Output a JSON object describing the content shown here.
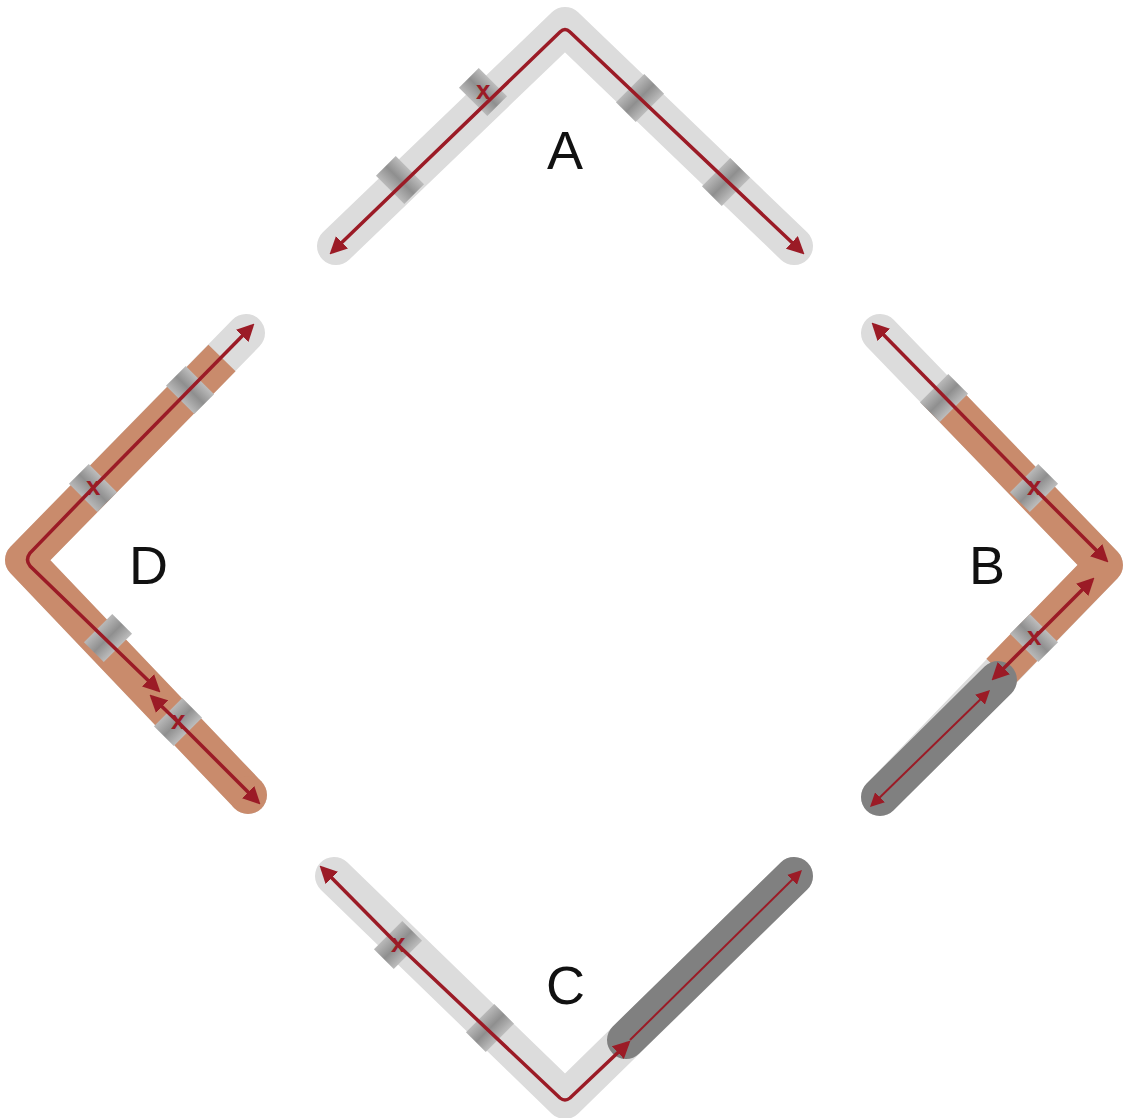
{
  "diagram": {
    "labels": [
      "A",
      "B",
      "C",
      "D",
      "x",
      "x",
      "x",
      "x",
      "x",
      "x"
    ]
  }
}
